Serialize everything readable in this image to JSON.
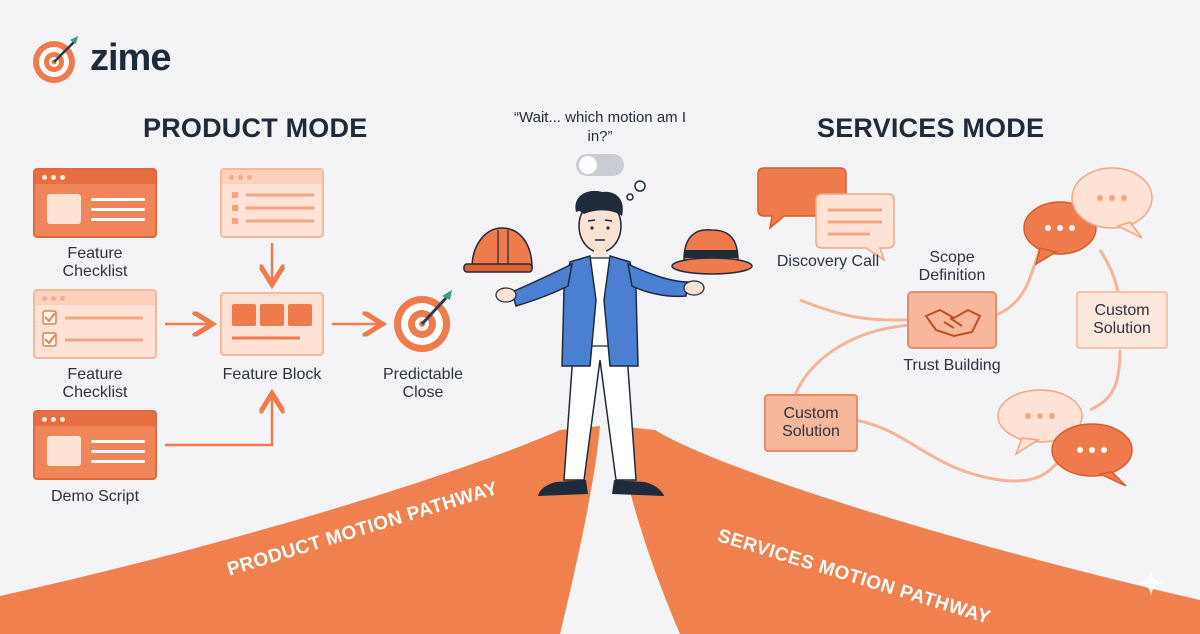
{
  "brand": {
    "name": "zime",
    "logo_icon": "target-arrow-icon"
  },
  "product_mode": {
    "title": "PRODUCT MODE",
    "checklist_1": "Feature Checklist",
    "checklist_2": "Feature Checklist",
    "demo": "Demo Script",
    "feature_block": "Feature Block",
    "close": "Predictable Close",
    "pathway": "PRODUCT MOTION PATHWAY"
  },
  "center": {
    "quote": "“Wait... which motion am I in?”"
  },
  "services_mode": {
    "title": "SERVICES MODE",
    "discovery": "Discovery Call",
    "scope": "Scope Definition",
    "trust": "Trust Building",
    "custom_right": "Custom Solution",
    "custom_left": "Custom Solution",
    "pathway": "SERVICES MOTION PATHWAY"
  },
  "colors": {
    "accent": "#ef7a4b",
    "accent_dark": "#e0622f",
    "navy": "#1f2a3a",
    "jacket": "#4a7fd1"
  }
}
